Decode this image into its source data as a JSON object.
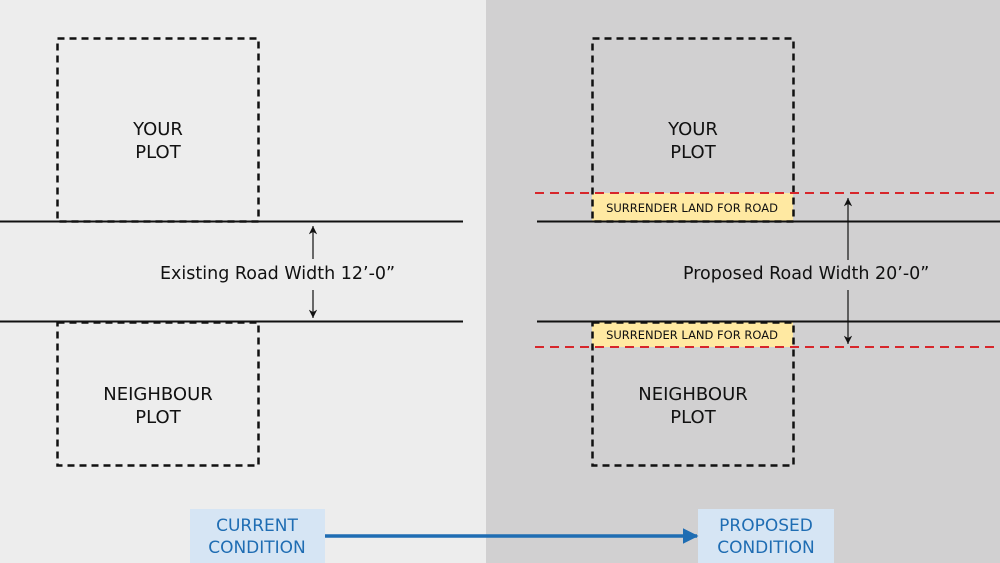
{
  "colors": {
    "left_background": "#ededed",
    "right_background": "#d1d0d1",
    "line": "#111111",
    "proposed_boundary": "#d7262b",
    "surrender_fill": "#ffe9a2",
    "condition_box": "#d6e5f4",
    "condition_text": "#1f6db3",
    "arrow": "#1f6db3"
  },
  "current": {
    "your_plot": [
      "YOUR",
      "PLOT"
    ],
    "neighbour_plot": [
      "NEIGHBOUR",
      "PLOT"
    ],
    "road_width_label": "Existing Road Width 12’-0”",
    "condition_label": [
      "CURRENT",
      "CONDITION"
    ]
  },
  "proposed": {
    "your_plot": [
      "YOUR",
      "PLOT"
    ],
    "neighbour_plot": [
      "NEIGHBOUR",
      "PLOT"
    ],
    "road_width_label": "Proposed Road Width 20’-0”",
    "surrender_top": "SURRENDER LAND FOR ROAD",
    "surrender_bottom": "SURRENDER LAND FOR ROAD",
    "condition_label": [
      "PROPOSED",
      "CONDITION"
    ]
  },
  "icons": {
    "flow_arrow": "arrow-right-icon",
    "dimension_arrow": "double-arrow-vertical-icon"
  }
}
